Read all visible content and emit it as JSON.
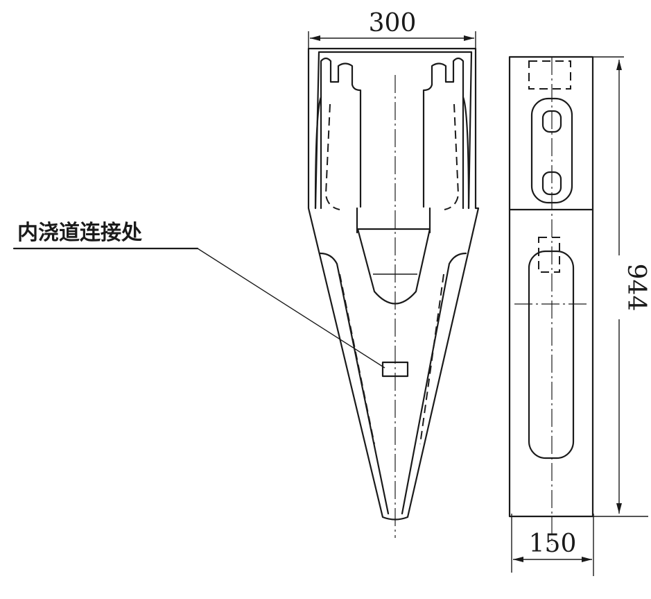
{
  "dimensions": {
    "top_width": "300",
    "bottom_width": "150",
    "height": "944"
  },
  "labels": {
    "inner_gate_connection": "内浇道连接处"
  }
}
